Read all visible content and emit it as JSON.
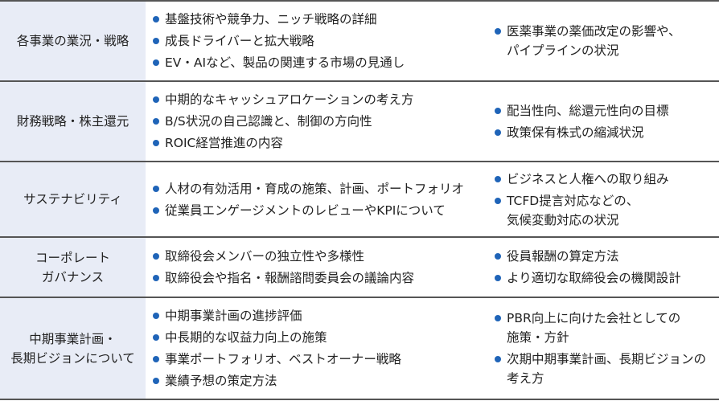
{
  "accent": "#1f64b8",
  "rows": [
    {
      "label": "各事業の業況・戦略",
      "left": [
        "基盤技術や競争力、ニッチ戦略の詳細",
        "成長ドライバーと拡大戦略",
        "EV・AIなど、製品の関連する市場の見通し"
      ],
      "right": [
        "医薬事業の薬価改定の影響や、\nパイプラインの状況"
      ]
    },
    {
      "label": "財務戦略・株主還元",
      "left": [
        "中期的なキャッシュアロケーションの考え方",
        "B/S状況の自己認識と、制御の方向性",
        "ROIC経営推進の内容"
      ],
      "right": [
        "配当性向、総還元性向の目標",
        "政策保有株式の縮減状況"
      ]
    },
    {
      "label": "サステナビリティ",
      "left": [
        "人材の有効活用・育成の施策、計画、ポートフォリオ",
        "従業員エンゲージメントのレビューやKPIについて"
      ],
      "right": [
        "ビジネスと人権への取り組み",
        "TCFD提言対応などの、\n気候変動対応の状況"
      ]
    },
    {
      "label": "コーポレート\nガバナンス",
      "left": [
        "取締役会メンバーの独立性や多様性",
        "取締役会や指名・報酬諮問委員会の議論内容"
      ],
      "right": [
        "役員報酬の算定方法",
        "より適切な取締役会の機関設計"
      ]
    },
    {
      "label": "中期事業計画・\n長期ビジョンについて",
      "left": [
        "中期事業計画の進捗評価",
        "中長期的な収益力向上の施策",
        "事業ポートフォリオ、ベストオーナー戦略",
        "業績予想の策定方法"
      ],
      "right": [
        "PBR向上に向けた会社としての\n施策・方針",
        "次期中期事業計画、長期ビジョンの\n考え方"
      ]
    }
  ]
}
